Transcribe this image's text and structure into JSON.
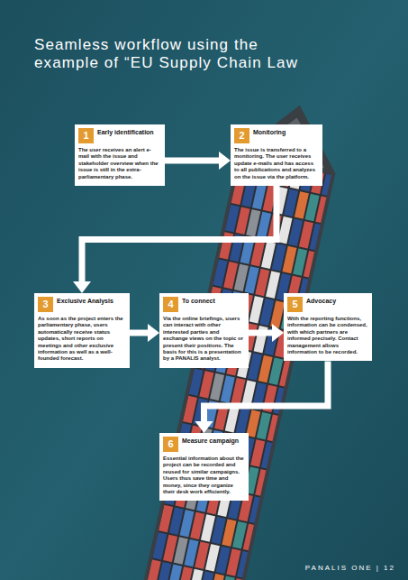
{
  "diagram": {
    "title": "Seamless workflow using the example of “EU Supply Chain Law",
    "nodes": [
      {
        "text": [
          "1",
          "Early identification",
          "The user receives an alert e-mail with the issue and stakeholder overview when the issue is still in the extra-parliamentary phase."
        ]
      },
      {
        "text": [
          "2",
          "Monitoring",
          "The issue is transferred to a monitoring. The user receives update e-mails and has access to all publications and analyzes on the issue via the platform."
        ]
      },
      {
        "text": [
          "3",
          "Exclusive Analysis",
          "As soon as the project enters the parliamentary phase, users automatically receive status updates, short reports on meetings and other exclusive information as well as a well-founded forecast."
        ]
      },
      {
        "text": [
          "4",
          "To connect",
          "Via the online briefings, users can interact with other interested parties and exchange views on the topic or present their positions. The basis for this is a presentation by a PANALIS analyst."
        ]
      },
      {
        "text": [
          "5",
          "Advocacy",
          "With the reporting functions, information can be condensed, with which partners are informed precisely. Contact management allows information to be recorded."
        ]
      },
      {
        "text": [
          "6",
          "Measure campaign",
          "Essential information about the project can be recorded and reused for similar campaigns. Users thus save time and money, since they organize their desk work efficiently."
        ]
      }
    ],
    "edges": [
      {
        "from": 0,
        "to": 1,
        "arrow": "to"
      },
      {
        "from": 1,
        "to": 2,
        "arrow": "to"
      },
      {
        "from": 2,
        "to": 3,
        "arrow": "to"
      },
      {
        "from": 3,
        "to": 4,
        "arrow": "to"
      },
      {
        "from": 4,
        "to": 5,
        "arrow": "to"
      }
    ],
    "labels": [
      "PANALIS ONE | 12"
    ]
  }
}
